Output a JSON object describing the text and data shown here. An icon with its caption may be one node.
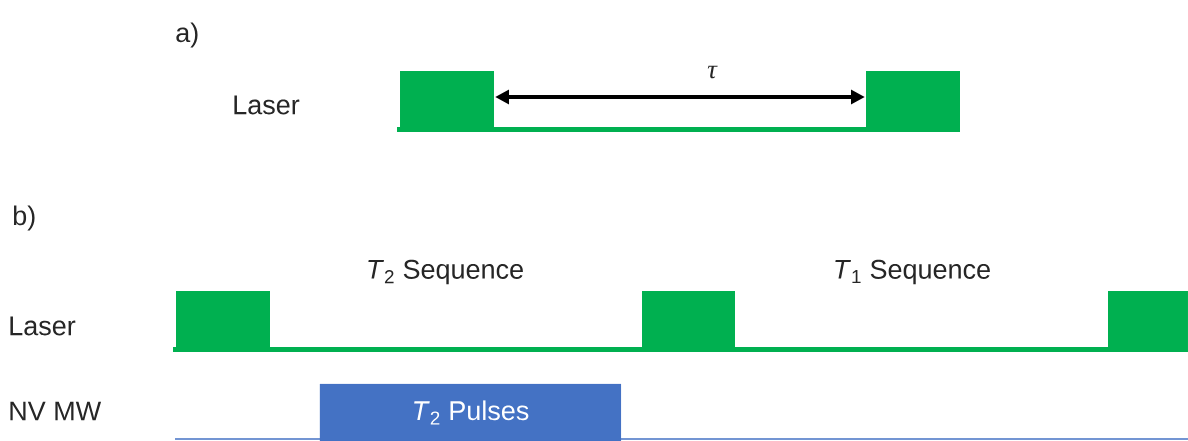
{
  "diagram": {
    "nodes": [
      {
        "text": [
          "*T*$_{2}$ Pulses"
        ]
      }
    ],
    "labels": [
      "a)",
      "Laser",
      "τ",
      "b)",
      "*T*$_{2}$ Sequence",
      "*T*$_{1}$ Sequence",
      "Laser",
      "NV MW"
    ]
  }
}
